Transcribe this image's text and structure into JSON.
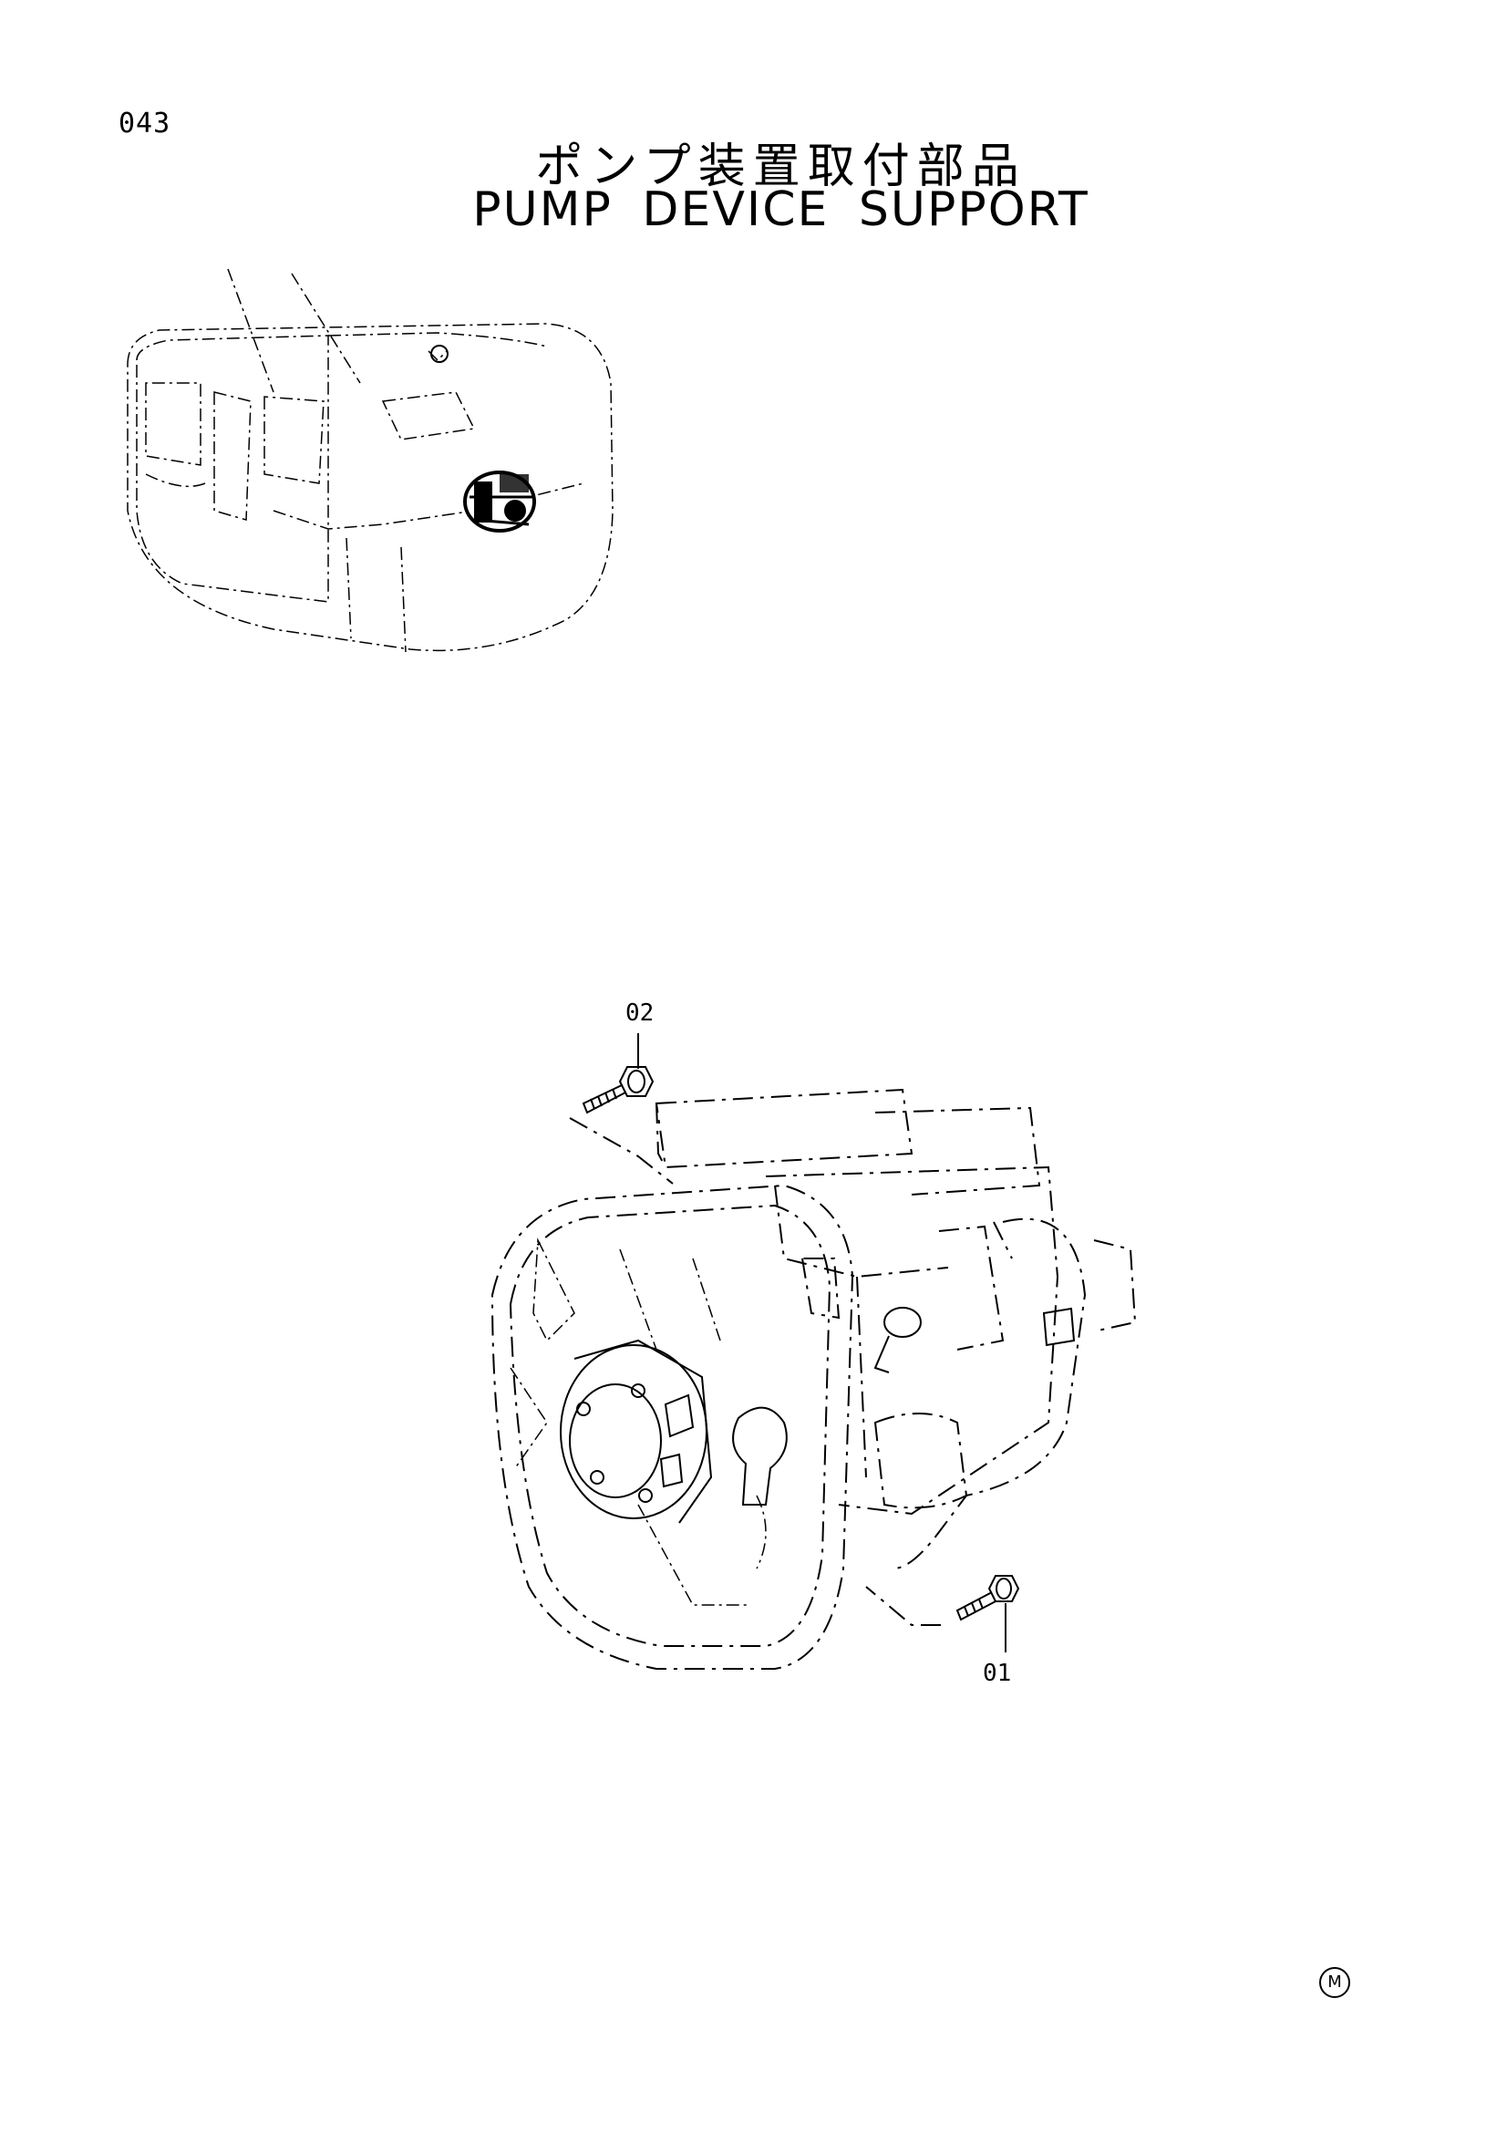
{
  "page": {
    "number": "043",
    "title_jp": "ポンプ装置取付部品",
    "title_en": "PUMP DEVICE SUPPORT",
    "mark": "M"
  },
  "callouts": [
    {
      "id": "02",
      "label": "02"
    },
    {
      "id": "01",
      "label": "01"
    }
  ],
  "illustrations": {
    "machine_icon": "excavator-overview",
    "pump_icon": "pump-device-assembly",
    "bolt_icon": "flange-bolt"
  }
}
